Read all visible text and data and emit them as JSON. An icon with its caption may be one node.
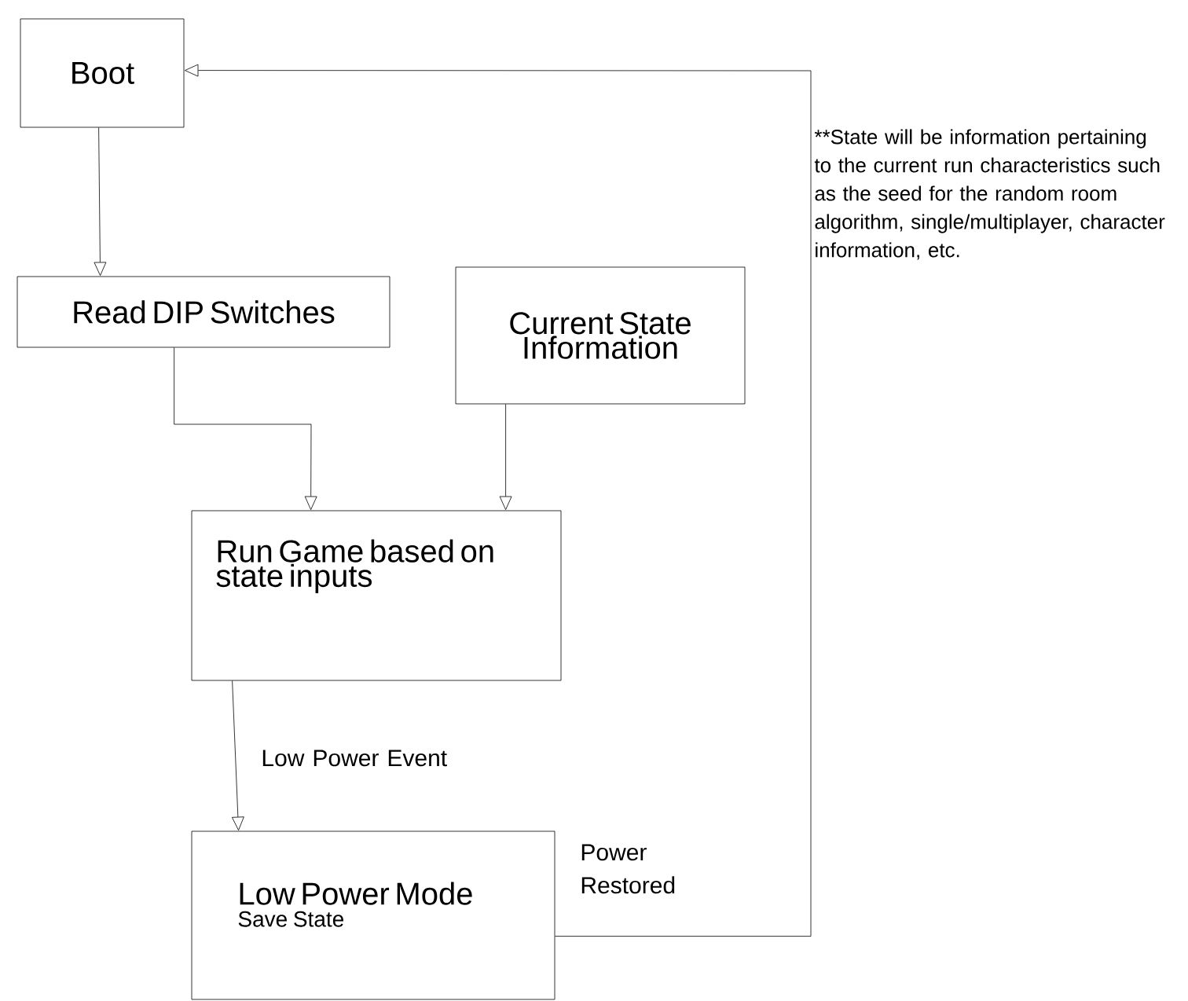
{
  "diagram": {
    "nodes": [
      {
        "text": [
          "Boot"
        ]
      },
      {
        "text": [
          "Read DIP Switches"
        ]
      },
      {
        "text": [
          "Current State Information"
        ]
      },
      {
        "text": [
          "Run Game based on state inputs"
        ]
      },
      {
        "text": [
          "Low Power Mode",
          "Save State"
        ]
      }
    ],
    "edges": [
      {
        "from": 0,
        "to": 1,
        "arrow": "to"
      },
      {
        "from": 1,
        "to": 3,
        "arrow": "to"
      },
      {
        "from": 2,
        "to": 3,
        "arrow": "to"
      },
      {
        "from": 3,
        "to": 4,
        "arrow": "to",
        "label": "Low Power Event"
      },
      {
        "from": 4,
        "to": 0,
        "arrow": "to",
        "label": "Power Restored"
      }
    ],
    "labels": [
      "**State will be information pertaining to the current run characteristics such as the seed for the random room algorithm, single/multiplayer, character information, etc."
    ]
  }
}
